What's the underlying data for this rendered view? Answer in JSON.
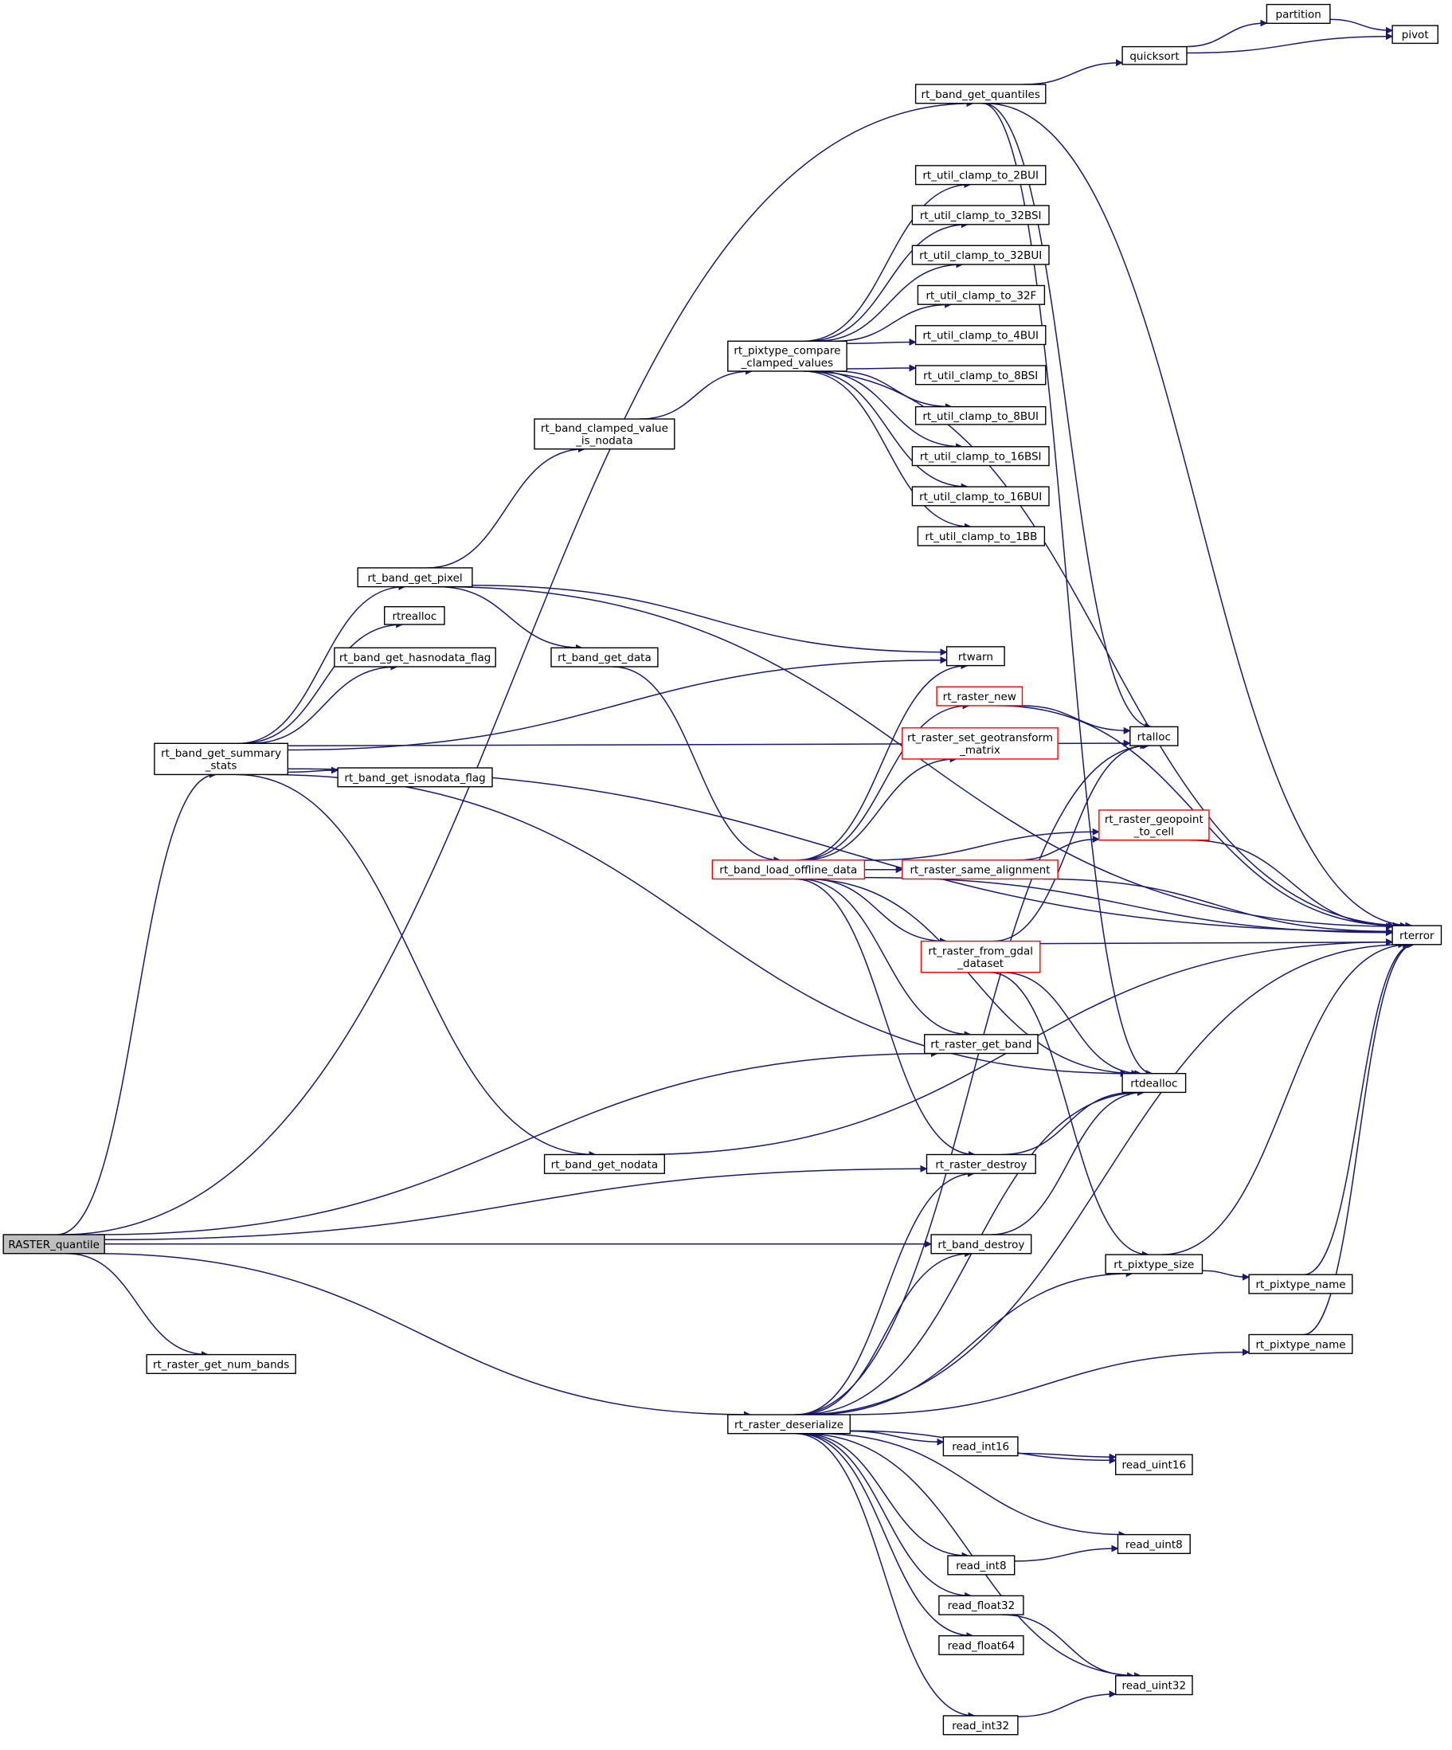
{
  "colors": {
    "edge": "#191970",
    "node_border": "#000000",
    "external_border": "#ff0000",
    "root_fill": "#bfbfbf",
    "node_fill": "#ffffff"
  },
  "nodes": [
    {
      "id": "raster_quantile",
      "lines": [
        "RASTER_quantile"
      ],
      "kind": "root"
    },
    {
      "id": "rt_band_get_quantiles",
      "lines": [
        "rt_band_get_quantiles"
      ]
    },
    {
      "id": "quicksort",
      "lines": [
        "quicksort"
      ]
    },
    {
      "id": "partition",
      "lines": [
        "partition"
      ]
    },
    {
      "id": "pivot",
      "lines": [
        "pivot"
      ]
    },
    {
      "id": "rterror",
      "lines": [
        "rterror"
      ]
    },
    {
      "id": "rtalloc",
      "lines": [
        "rtalloc"
      ]
    },
    {
      "id": "rtdealloc",
      "lines": [
        "rtdealloc"
      ]
    },
    {
      "id": "rtwarn",
      "lines": [
        "rtwarn"
      ]
    },
    {
      "id": "rtrealloc",
      "lines": [
        "rtrealloc"
      ]
    },
    {
      "id": "rt_util_clamp_to_2bui",
      "lines": [
        "rt_util_clamp_to_2BUI"
      ]
    },
    {
      "id": "rt_util_clamp_to_32bsi",
      "lines": [
        "rt_util_clamp_to_32BSI"
      ]
    },
    {
      "id": "rt_util_clamp_to_32bui",
      "lines": [
        "rt_util_clamp_to_32BUI"
      ]
    },
    {
      "id": "rt_util_clamp_to_32f",
      "lines": [
        "rt_util_clamp_to_32F"
      ]
    },
    {
      "id": "rt_util_clamp_to_4bui",
      "lines": [
        "rt_util_clamp_to_4BUI"
      ]
    },
    {
      "id": "rt_util_clamp_to_8bsi",
      "lines": [
        "rt_util_clamp_to_8BSI"
      ]
    },
    {
      "id": "rt_util_clamp_to_8bui",
      "lines": [
        "rt_util_clamp_to_8BUI"
      ]
    },
    {
      "id": "rt_util_clamp_to_16bsi",
      "lines": [
        "rt_util_clamp_to_16BSI"
      ]
    },
    {
      "id": "rt_util_clamp_to_16bui",
      "lines": [
        "rt_util_clamp_to_16BUI"
      ]
    },
    {
      "id": "rt_util_clamp_to_1bb",
      "lines": [
        "rt_util_clamp_to_1BB"
      ]
    },
    {
      "id": "rt_pixtype_compare_clamped_values",
      "lines": [
        "rt_pixtype_compare",
        "_clamped_values"
      ]
    },
    {
      "id": "rt_band_clamped_value_is_nodata",
      "lines": [
        "rt_band_clamped_value",
        "_is_nodata"
      ]
    },
    {
      "id": "rt_band_get_pixel",
      "lines": [
        "rt_band_get_pixel"
      ]
    },
    {
      "id": "rt_band_get_hasnodata_flag",
      "lines": [
        "rt_band_get_hasnodata_flag"
      ]
    },
    {
      "id": "rt_band_get_data",
      "lines": [
        "rt_band_get_data"
      ]
    },
    {
      "id": "rt_band_get_summary_stats",
      "lines": [
        "rt_band_get_summary",
        "_stats"
      ]
    },
    {
      "id": "rt_band_get_isnodata_flag",
      "lines": [
        "rt_band_get_isnodata_flag"
      ]
    },
    {
      "id": "rt_raster_new",
      "lines": [
        "rt_raster_new"
      ],
      "kind": "external"
    },
    {
      "id": "rt_raster_set_geotransform_matrix",
      "lines": [
        "rt_raster_set_geotransform",
        "_matrix"
      ],
      "kind": "external"
    },
    {
      "id": "rt_raster_geopoint_to_cell",
      "lines": [
        "rt_raster_geopoint",
        "_to_cell"
      ],
      "kind": "external"
    },
    {
      "id": "rt_band_load_offline_data",
      "lines": [
        "rt_band_load_offline_data"
      ],
      "kind": "external"
    },
    {
      "id": "rt_raster_same_alignment",
      "lines": [
        "rt_raster_same_alignment"
      ],
      "kind": "external"
    },
    {
      "id": "rt_raster_from_gdal_dataset",
      "lines": [
        "rt_raster_from_gdal",
        "_dataset"
      ],
      "kind": "external"
    },
    {
      "id": "rt_raster_get_band",
      "lines": [
        "rt_raster_get_band"
      ]
    },
    {
      "id": "rt_band_get_nodata",
      "lines": [
        "rt_band_get_nodata"
      ]
    },
    {
      "id": "rt_raster_destroy",
      "lines": [
        "rt_raster_destroy"
      ]
    },
    {
      "id": "rt_band_destroy",
      "lines": [
        "rt_band_destroy"
      ]
    },
    {
      "id": "rt_pixtype_size",
      "lines": [
        "rt_pixtype_size"
      ]
    },
    {
      "id": "rt_pixtype_name_1",
      "lines": [
        "rt_pixtype_name"
      ]
    },
    {
      "id": "rt_pixtype_name_2",
      "lines": [
        "rt_pixtype_name"
      ]
    },
    {
      "id": "rt_raster_get_num_bands",
      "lines": [
        "rt_raster_get_num_bands"
      ]
    },
    {
      "id": "rt_raster_deserialize",
      "lines": [
        "rt_raster_deserialize"
      ]
    },
    {
      "id": "read_int16",
      "lines": [
        "read_int16"
      ]
    },
    {
      "id": "read_uint16",
      "lines": [
        "read_uint16"
      ]
    },
    {
      "id": "read_uint8",
      "lines": [
        "read_uint8"
      ]
    },
    {
      "id": "read_int8",
      "lines": [
        "read_int8"
      ]
    },
    {
      "id": "read_float32",
      "lines": [
        "read_float32"
      ]
    },
    {
      "id": "read_float64",
      "lines": [
        "read_float64"
      ]
    },
    {
      "id": "read_uint32",
      "lines": [
        "read_uint32"
      ]
    },
    {
      "id": "read_int32",
      "lines": [
        "read_int32"
      ]
    }
  ],
  "edges": [
    [
      "raster_quantile",
      "rt_band_get_quantiles"
    ],
    [
      "raster_quantile",
      "rt_band_get_summary_stats"
    ],
    [
      "raster_quantile",
      "rt_raster_get_band"
    ],
    [
      "raster_quantile",
      "rt_raster_destroy"
    ],
    [
      "raster_quantile",
      "rt_band_destroy"
    ],
    [
      "raster_quantile",
      "rt_raster_get_num_bands"
    ],
    [
      "raster_quantile",
      "rt_raster_deserialize"
    ],
    [
      "rt_band_get_quantiles",
      "quicksort"
    ],
    [
      "rt_band_get_quantiles",
      "rterror"
    ],
    [
      "rt_band_get_quantiles",
      "rtalloc"
    ],
    [
      "rt_band_get_quantiles",
      "rtdealloc"
    ],
    [
      "quicksort",
      "partition"
    ],
    [
      "quicksort",
      "pivot"
    ],
    [
      "partition",
      "pivot"
    ],
    [
      "rt_pixtype_compare_clamped_values",
      "rt_util_clamp_to_2bui"
    ],
    [
      "rt_pixtype_compare_clamped_values",
      "rt_util_clamp_to_32bsi"
    ],
    [
      "rt_pixtype_compare_clamped_values",
      "rt_util_clamp_to_32bui"
    ],
    [
      "rt_pixtype_compare_clamped_values",
      "rt_util_clamp_to_32f"
    ],
    [
      "rt_pixtype_compare_clamped_values",
      "rt_util_clamp_to_4bui"
    ],
    [
      "rt_pixtype_compare_clamped_values",
      "rt_util_clamp_to_8bsi"
    ],
    [
      "rt_pixtype_compare_clamped_values",
      "rt_util_clamp_to_8bui"
    ],
    [
      "rt_pixtype_compare_clamped_values",
      "rt_util_clamp_to_16bsi"
    ],
    [
      "rt_pixtype_compare_clamped_values",
      "rt_util_clamp_to_16bui"
    ],
    [
      "rt_pixtype_compare_clamped_values",
      "rt_util_clamp_to_1bb"
    ],
    [
      "rt_pixtype_compare_clamped_values",
      "rterror"
    ],
    [
      "rt_band_clamped_value_is_nodata",
      "rt_pixtype_compare_clamped_values"
    ],
    [
      "rt_band_get_pixel",
      "rt_band_clamped_value_is_nodata"
    ],
    [
      "rt_band_get_pixel",
      "rt_band_get_data"
    ],
    [
      "rt_band_get_pixel",
      "rtwarn"
    ],
    [
      "rt_band_get_pixel",
      "rterror"
    ],
    [
      "rt_band_get_data",
      "rt_band_load_offline_data"
    ],
    [
      "rt_band_get_summary_stats",
      "rt_band_get_pixel"
    ],
    [
      "rt_band_get_summary_stats",
      "rtrealloc"
    ],
    [
      "rt_band_get_summary_stats",
      "rt_band_get_hasnodata_flag"
    ],
    [
      "rt_band_get_summary_stats",
      "rt_band_get_isnodata_flag"
    ],
    [
      "rt_band_get_summary_stats",
      "rtalloc"
    ],
    [
      "rt_band_get_summary_stats",
      "rtwarn"
    ],
    [
      "rt_band_get_summary_stats",
      "rtdealloc"
    ],
    [
      "rt_band_get_summary_stats",
      "rterror"
    ],
    [
      "rt_band_get_summary_stats",
      "rt_band_get_nodata"
    ],
    [
      "rt_band_load_offline_data",
      "rtwarn"
    ],
    [
      "rt_band_load_offline_data",
      "rt_raster_new"
    ],
    [
      "rt_band_load_offline_data",
      "rt_raster_set_geotransform_matrix"
    ],
    [
      "rt_band_load_offline_data",
      "rt_raster_geopoint_to_cell"
    ],
    [
      "rt_band_load_offline_data",
      "rt_raster_same_alignment"
    ],
    [
      "rt_band_load_offline_data",
      "rterror"
    ],
    [
      "rt_band_load_offline_data",
      "rt_raster_from_gdal_dataset"
    ],
    [
      "rt_band_load_offline_data",
      "rt_raster_get_band"
    ],
    [
      "rt_band_load_offline_data",
      "rtdealloc"
    ],
    [
      "rt_band_load_offline_data",
      "rt_raster_destroy"
    ],
    [
      "rt_raster_new",
      "rtalloc"
    ],
    [
      "rt_raster_new",
      "rterror"
    ],
    [
      "rt_raster_geopoint_to_cell",
      "rterror"
    ],
    [
      "rt_raster_same_alignment",
      "rt_raster_geopoint_to_cell"
    ],
    [
      "rt_raster_same_alignment",
      "rterror"
    ],
    [
      "rt_raster_from_gdal_dataset",
      "rtalloc"
    ],
    [
      "rt_raster_from_gdal_dataset",
      "rterror"
    ],
    [
      "rt_raster_from_gdal_dataset",
      "rtdealloc"
    ],
    [
      "rt_raster_from_gdal_dataset",
      "rt_pixtype_size"
    ],
    [
      "rt_band_get_nodata",
      "rterror"
    ],
    [
      "rt_raster_destroy",
      "rtdealloc"
    ],
    [
      "rt_band_destroy",
      "rtdealloc"
    ],
    [
      "rt_pixtype_size",
      "rt_pixtype_name_1"
    ],
    [
      "rt_pixtype_size",
      "rterror"
    ],
    [
      "rt_pixtype_name_1",
      "rterror"
    ],
    [
      "rt_pixtype_name_2",
      "rterror"
    ],
    [
      "rt_raster_deserialize",
      "rtalloc"
    ],
    [
      "rt_raster_deserialize",
      "rt_raster_destroy"
    ],
    [
      "rt_raster_deserialize",
      "rt_band_destroy"
    ],
    [
      "rt_raster_deserialize",
      "rtdealloc"
    ],
    [
      "rt_raster_deserialize",
      "rt_pixtype_size"
    ],
    [
      "rt_raster_deserialize",
      "rt_pixtype_name_2"
    ],
    [
      "rt_raster_deserialize",
      "rterror"
    ],
    [
      "rt_raster_deserialize",
      "read_int16"
    ],
    [
      "rt_raster_deserialize",
      "read_uint16"
    ],
    [
      "rt_raster_deserialize",
      "read_uint8"
    ],
    [
      "rt_raster_deserialize",
      "read_int8"
    ],
    [
      "rt_raster_deserialize",
      "read_float32"
    ],
    [
      "rt_raster_deserialize",
      "read_float64"
    ],
    [
      "rt_raster_deserialize",
      "read_uint32"
    ],
    [
      "rt_raster_deserialize",
      "read_int32"
    ],
    [
      "read_int16",
      "read_uint16"
    ],
    [
      "read_int8",
      "read_uint8"
    ],
    [
      "read_float32",
      "read_uint32"
    ],
    [
      "read_int32",
      "read_uint32"
    ]
  ]
}
